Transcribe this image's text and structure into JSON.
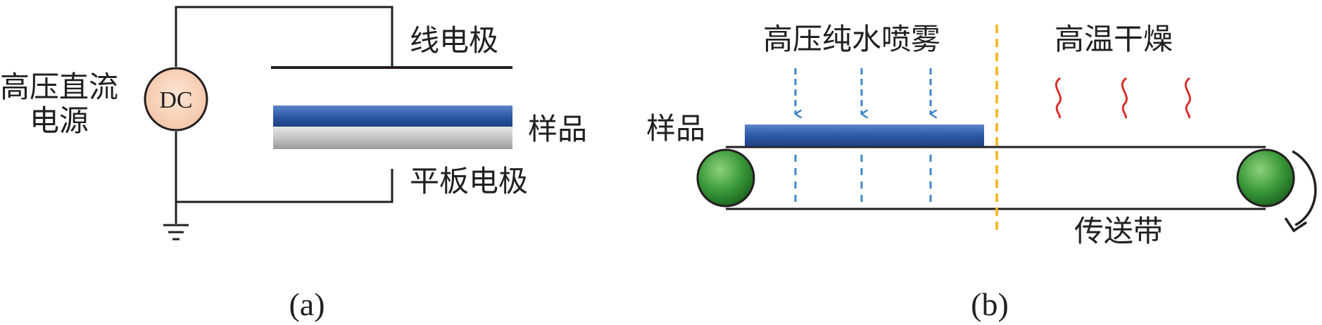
{
  "panel_a": {
    "caption": "(a)",
    "power_source_label_line1": "高压直流",
    "power_source_label_line2": "电源",
    "dc_symbol": "DC",
    "wire_electrode_label": "线电极",
    "sample_label": "样品",
    "plate_electrode_label": "平板电极",
    "ground_icon": "ground-symbol"
  },
  "panel_b": {
    "caption": "(b)",
    "spray_label": "高压纯水喷雾",
    "drying_label": "高温干燥",
    "sample_label": "样品",
    "conveyor_label": "传送带",
    "colors": {
      "sample_blue": "#2e5aa8",
      "spray_arrow": "#3f86c8",
      "divider_dashed": "#f2b31a",
      "heat_wave": "#d9312b",
      "roller_green": "#3a9a3a"
    }
  }
}
